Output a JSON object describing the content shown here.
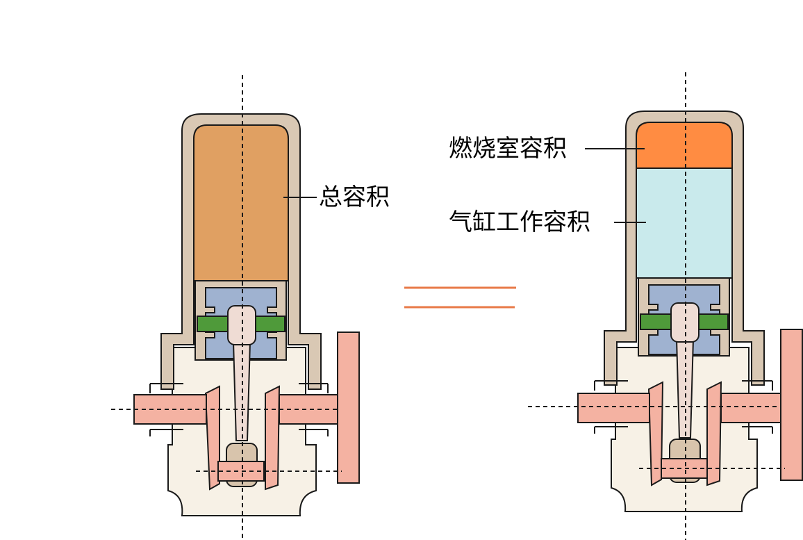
{
  "labels": {
    "total_volume": "总容积",
    "combustion_chamber_volume": "燃烧室容积",
    "cylinder_working_volume": "气缸工作容积"
  },
  "colors": {
    "outline": "#1a1a1a",
    "cylinder_wall": "#d9c8b4",
    "total_volume_fill": "#e0a062",
    "combustion_chamber_fill": "#ff8c42",
    "working_volume_fill": "#c9eaec",
    "piston_fill": "#9fb2d0",
    "piston_pin_ring": "#4f9a3a",
    "connecting_rod": "#efdcd4",
    "crankshaft_pink": "#f4b2a2",
    "crankcase_fill": "#f7f1e6",
    "equals_sign": "#e87a48",
    "big_end_bearing": "#d8c4ac"
  }
}
